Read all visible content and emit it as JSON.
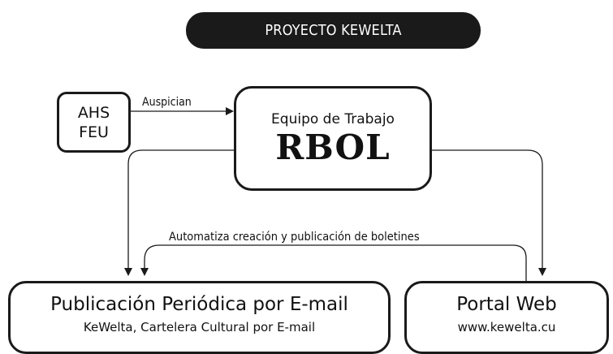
{
  "banner": {
    "title": "PROYECTO KEWELTA"
  },
  "sponsors": {
    "line1": "AHS",
    "line2": "FEU"
  },
  "team": {
    "subtitle": "Equipo de Trabajo",
    "name": "RBOL"
  },
  "edges": {
    "sponsor_label": "Auspician",
    "automate_label": "Automatiza creación y publicación de boletines"
  },
  "publication": {
    "title": "Publicación Periódica por E-mail",
    "subtitle": "KeWelta, Cartelera Cultural por E-mail"
  },
  "portal": {
    "title": "Portal Web",
    "subtitle": "www.kewelta.cu"
  }
}
